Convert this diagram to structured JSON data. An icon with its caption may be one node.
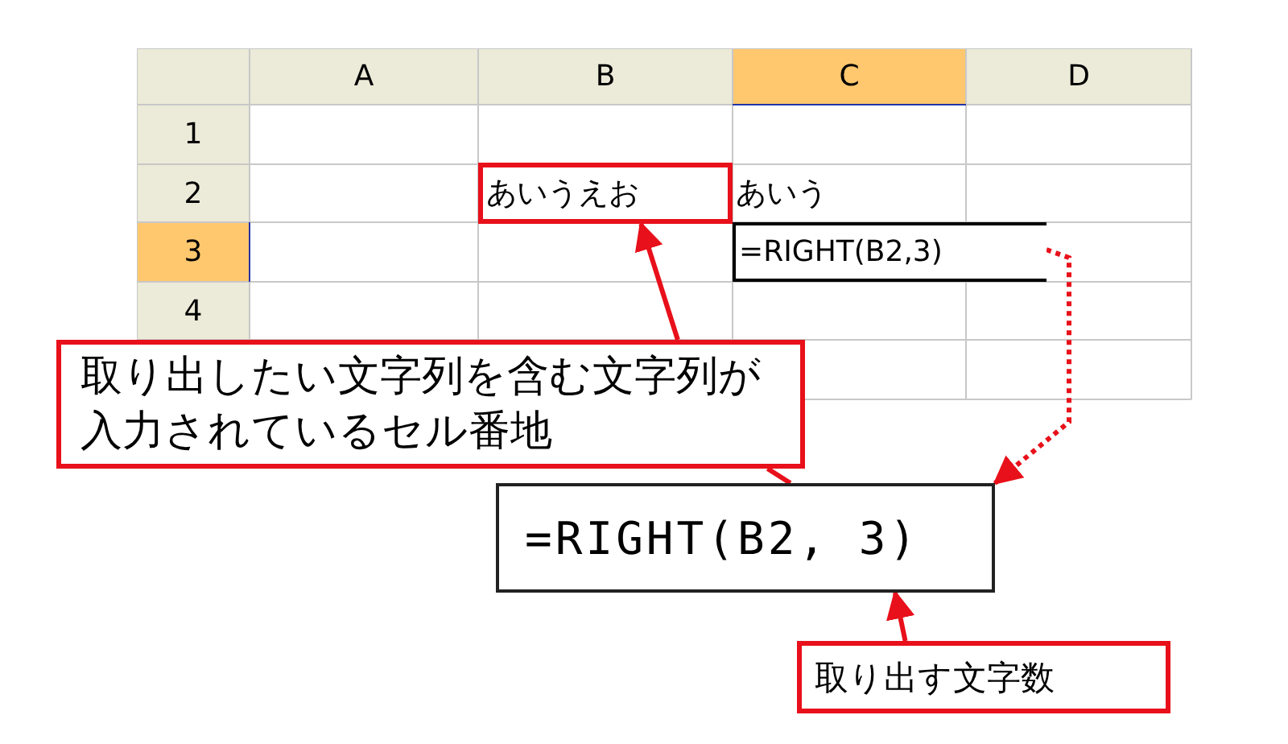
{
  "diagram": {
    "nodes": [
      {
        "text": [
          "あいうえお"
        ]
      },
      {
        "text": [
          "=RIGHT(B2,3)"
        ]
      },
      {
        "text": [
          "取り出したい文字列を含む文字列が入力されているセル番地"
        ]
      },
      {
        "text": [
          "=RIGHT(B2, 3)"
        ]
      },
      {
        "text": [
          "取り出す文字数"
        ]
      }
    ],
    "edges": [
      {
        "from": 2,
        "to": 0,
        "arrow": "to",
        "color": "#e8101a"
      },
      {
        "from": 2,
        "to": 3,
        "arrow": "none",
        "color": "#e8101a"
      },
      {
        "from": 1,
        "to": 3,
        "arrow": "to",
        "style": "dashed",
        "color": "#e8101a"
      },
      {
        "from": 4,
        "to": 3,
        "arrow": "to",
        "color": "#e8101a"
      }
    ],
    "labels": [
      "A",
      "B",
      "C",
      "D",
      "1",
      "2",
      "あいう",
      "3",
      "4"
    ]
  }
}
